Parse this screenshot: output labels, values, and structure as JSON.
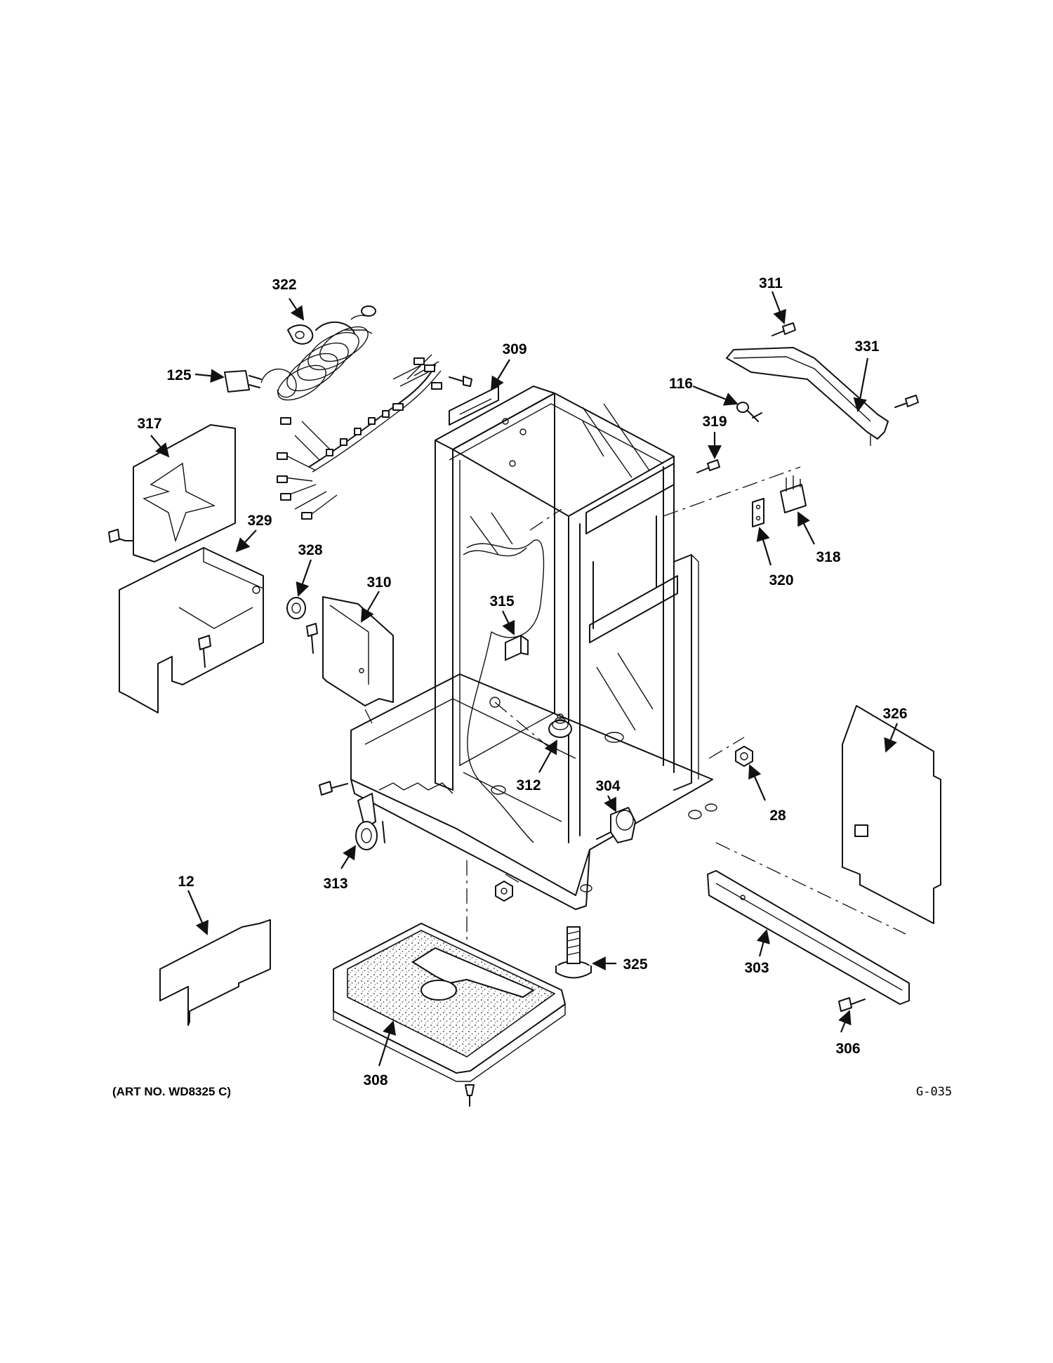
{
  "diagram": {
    "art_number": "(ART NO. WD8325 C)",
    "figure_code": "G-035",
    "parts": [
      "322",
      "125",
      "309",
      "311",
      "331",
      "116",
      "319",
      "317",
      "329",
      "328",
      "310",
      "315",
      "318",
      "320",
      "326",
      "312",
      "304",
      "28",
      "313",
      "12",
      "325",
      "303",
      "306",
      "308"
    ]
  },
  "colors": {
    "ink": "#111111",
    "background": "#ffffff",
    "foam": "#777777"
  }
}
